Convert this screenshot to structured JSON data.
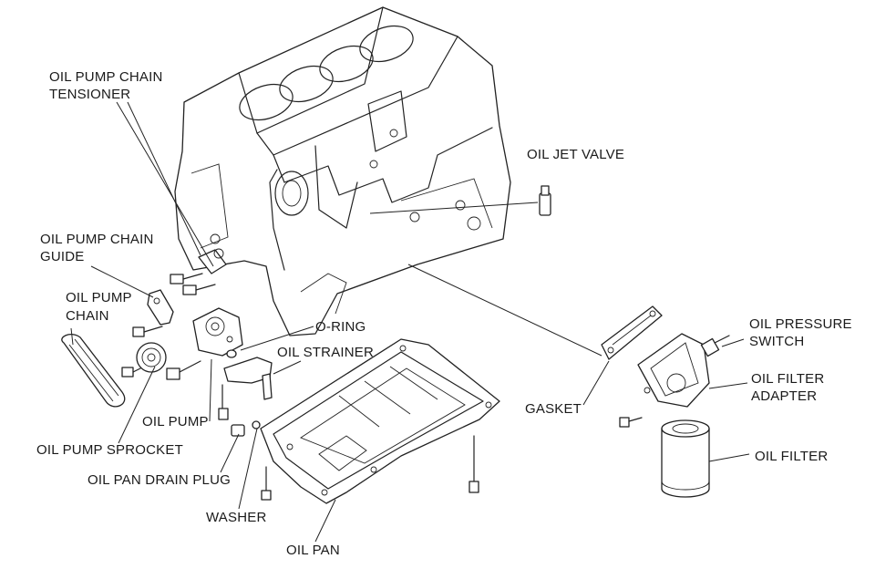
{
  "labels": {
    "oil_pump_chain_tensioner_1": "OIL PUMP CHAIN",
    "oil_pump_chain_tensioner_2": "TENSIONER",
    "oil_jet_valve": "OIL JET VALVE",
    "oil_pump_chain_guide_1": "OIL PUMP CHAIN",
    "oil_pump_chain_guide_2": "GUIDE",
    "oil_pump_chain_1": "OIL PUMP",
    "oil_pump_chain_2": "CHAIN",
    "o_ring": "O-RING",
    "oil_strainer": "OIL STRAINER",
    "oil_pressure_switch_1": "OIL PRESSURE",
    "oil_pressure_switch_2": "SWITCH",
    "oil_filter_adapter_1": "OIL FILTER",
    "oil_filter_adapter_2": "ADAPTER",
    "gasket": "GASKET",
    "oil_pump": "OIL PUMP",
    "oil_pump_sprocket": "OIL PUMP SPROCKET",
    "oil_filter": "OIL FILTER",
    "oil_pan_drain_plug": "OIL PAN DRAIN PLUG",
    "washer": "WASHER",
    "oil_pan": "OIL PAN"
  }
}
